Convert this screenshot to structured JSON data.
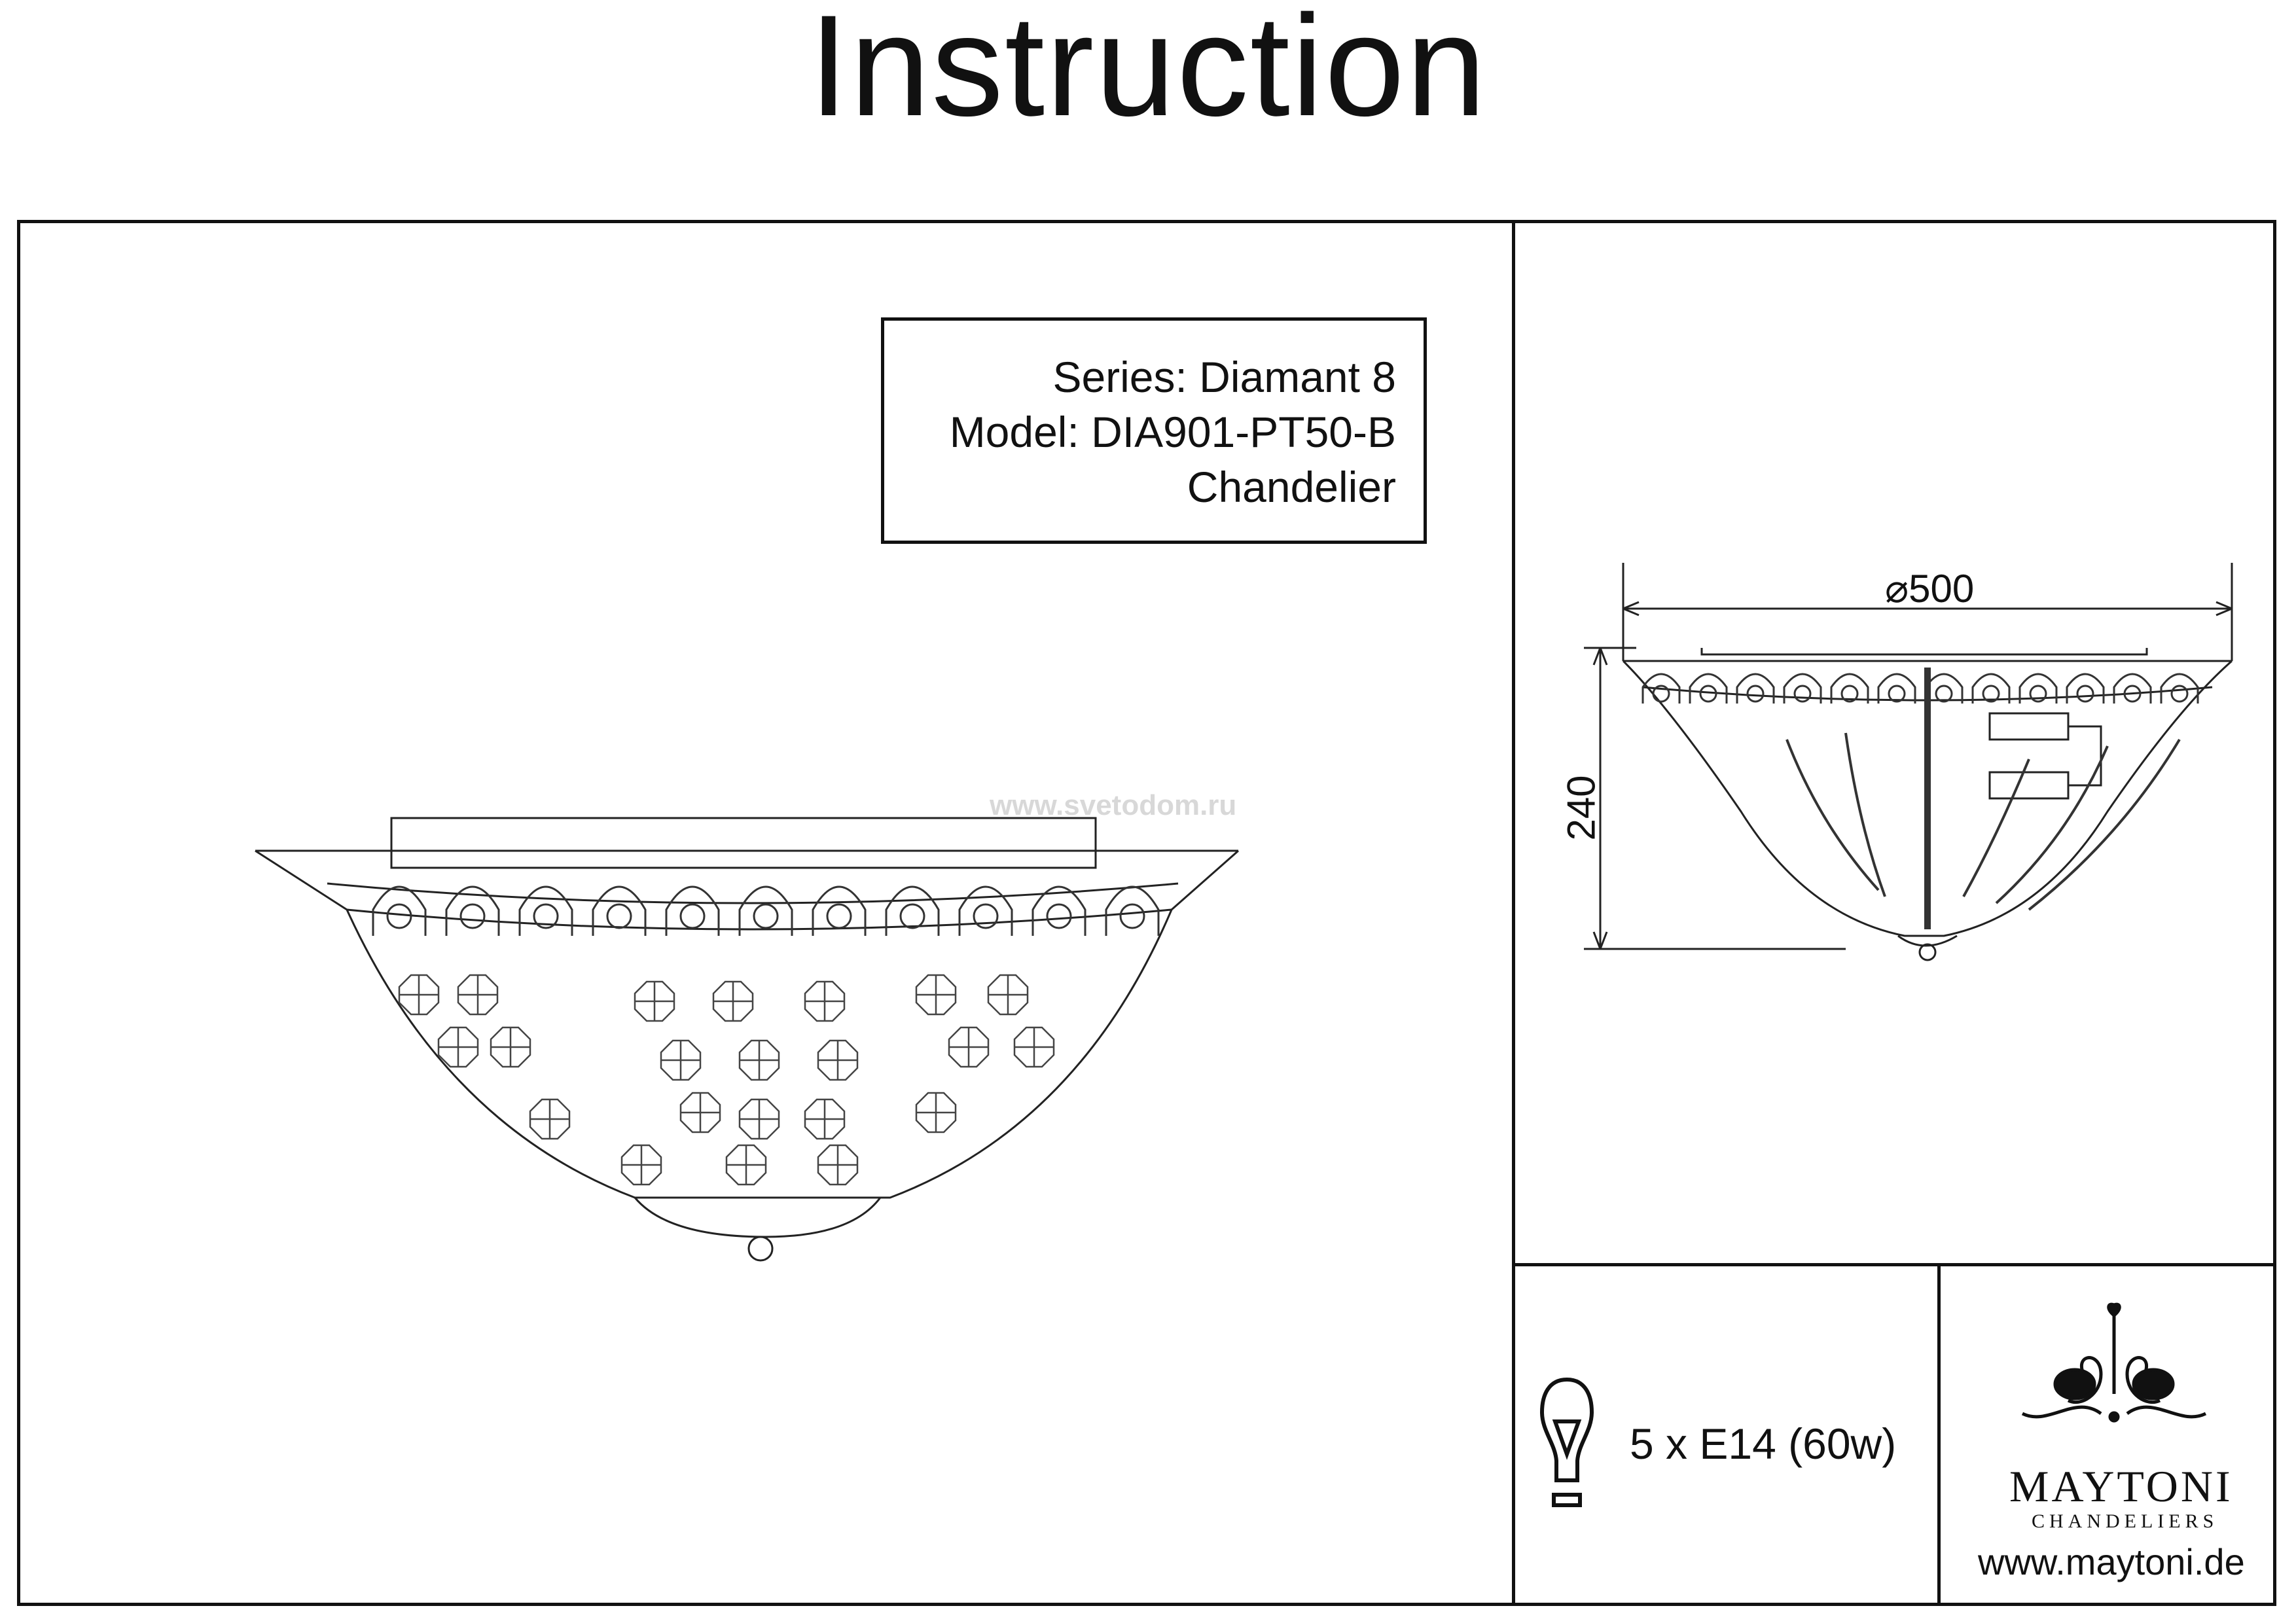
{
  "page": {
    "title": "Instruction",
    "watermark": "www.svetodom.ru"
  },
  "product": {
    "series": "Series: Diamant 8",
    "model": "Model: DIA901-PT50-B",
    "type": "Chandelier"
  },
  "dimensions": {
    "diameter": "⌀500",
    "height": "240"
  },
  "bulb_spec": "5 x E14 (60w)",
  "brand": {
    "name": "MAYTONI",
    "subtitle": "CHANDELIERS",
    "website": "www.maytoni.de"
  },
  "icons": {
    "bulb": "light-bulb-icon",
    "logo": "maytoni-logo-icon"
  }
}
